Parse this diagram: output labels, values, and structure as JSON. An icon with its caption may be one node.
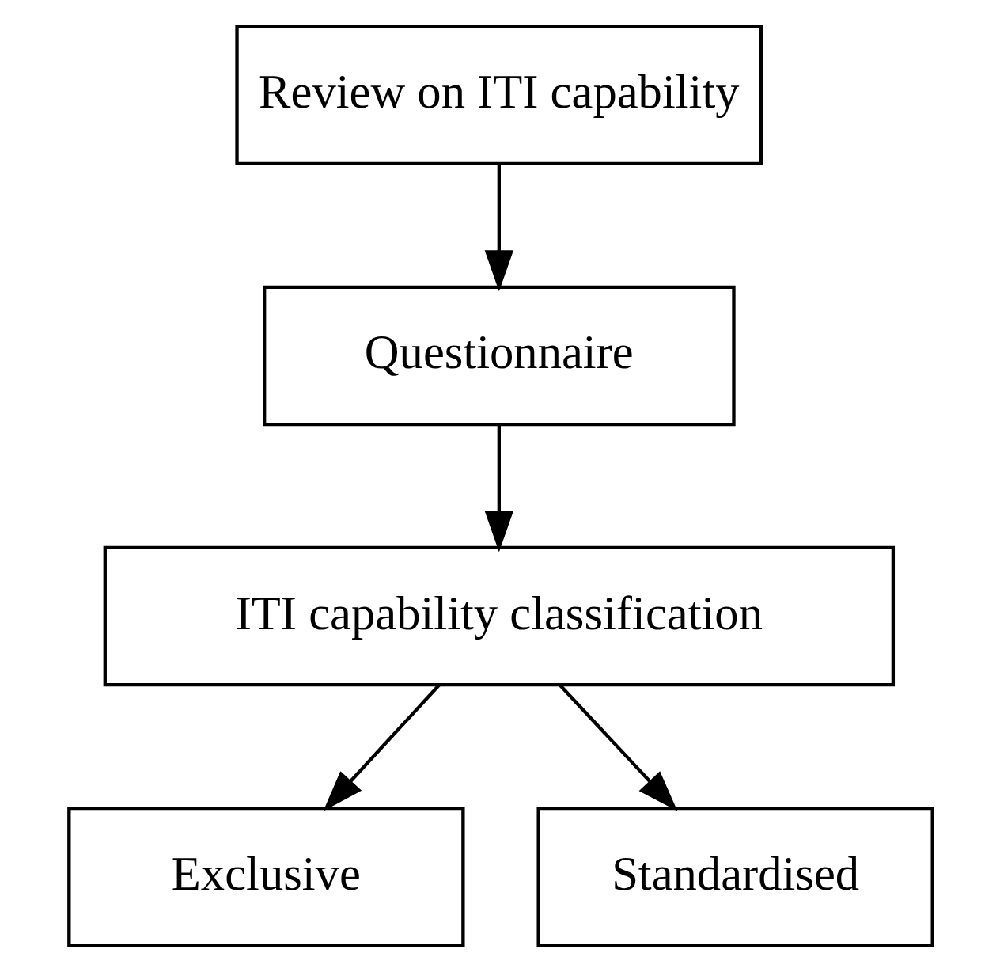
{
  "diagram": {
    "nodes": [
      {
        "text": [
          "Review on ITI capability"
        ]
      },
      {
        "text": [
          "Questionnaire"
        ]
      },
      {
        "text": [
          "ITI capability classification"
        ]
      },
      {
        "text": [
          "Exclusive"
        ]
      },
      {
        "text": [
          "Standardised"
        ]
      }
    ],
    "edges": [
      {
        "from": 0,
        "to": 1,
        "arrow": "to"
      },
      {
        "from": 1,
        "to": 2,
        "arrow": "to"
      },
      {
        "from": 2,
        "to": 3,
        "arrow": "to"
      },
      {
        "from": 2,
        "to": 4,
        "arrow": "to"
      }
    ]
  }
}
